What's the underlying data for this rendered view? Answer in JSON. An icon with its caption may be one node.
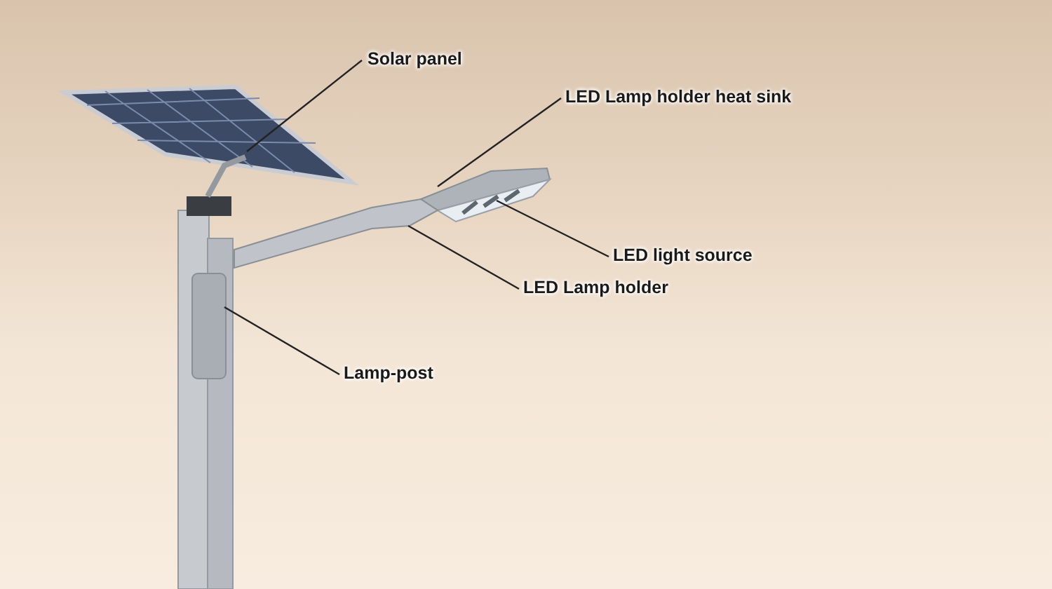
{
  "diagram": {
    "nodes": [
      {
        "text": [
          "Solar  panel"
        ]
      },
      {
        "text": [
          "LED Lamp holder heat sink"
        ]
      },
      {
        "text": [
          "LED light source"
        ]
      },
      {
        "text": [
          "LED Lamp holder"
        ]
      },
      {
        "text": [
          "Lamp-post"
        ]
      },
      {
        "text": [],
        "shape": "picture"
      },
      {
        "text": [],
        "shape": "picture"
      },
      {
        "text": [],
        "shape": "picture"
      },
      {
        "text": [],
        "shape": "picture"
      },
      {
        "text": [],
        "shape": "picture"
      }
    ],
    "edges": [
      {
        "from": 0,
        "to": 5,
        "arrow": "none"
      },
      {
        "from": 1,
        "to": 6,
        "arrow": "none"
      },
      {
        "from": 2,
        "to": 7,
        "arrow": "none"
      },
      {
        "from": 3,
        "to": 8,
        "arrow": "none"
      },
      {
        "from": 4,
        "to": 9,
        "arrow": "none"
      }
    ]
  }
}
